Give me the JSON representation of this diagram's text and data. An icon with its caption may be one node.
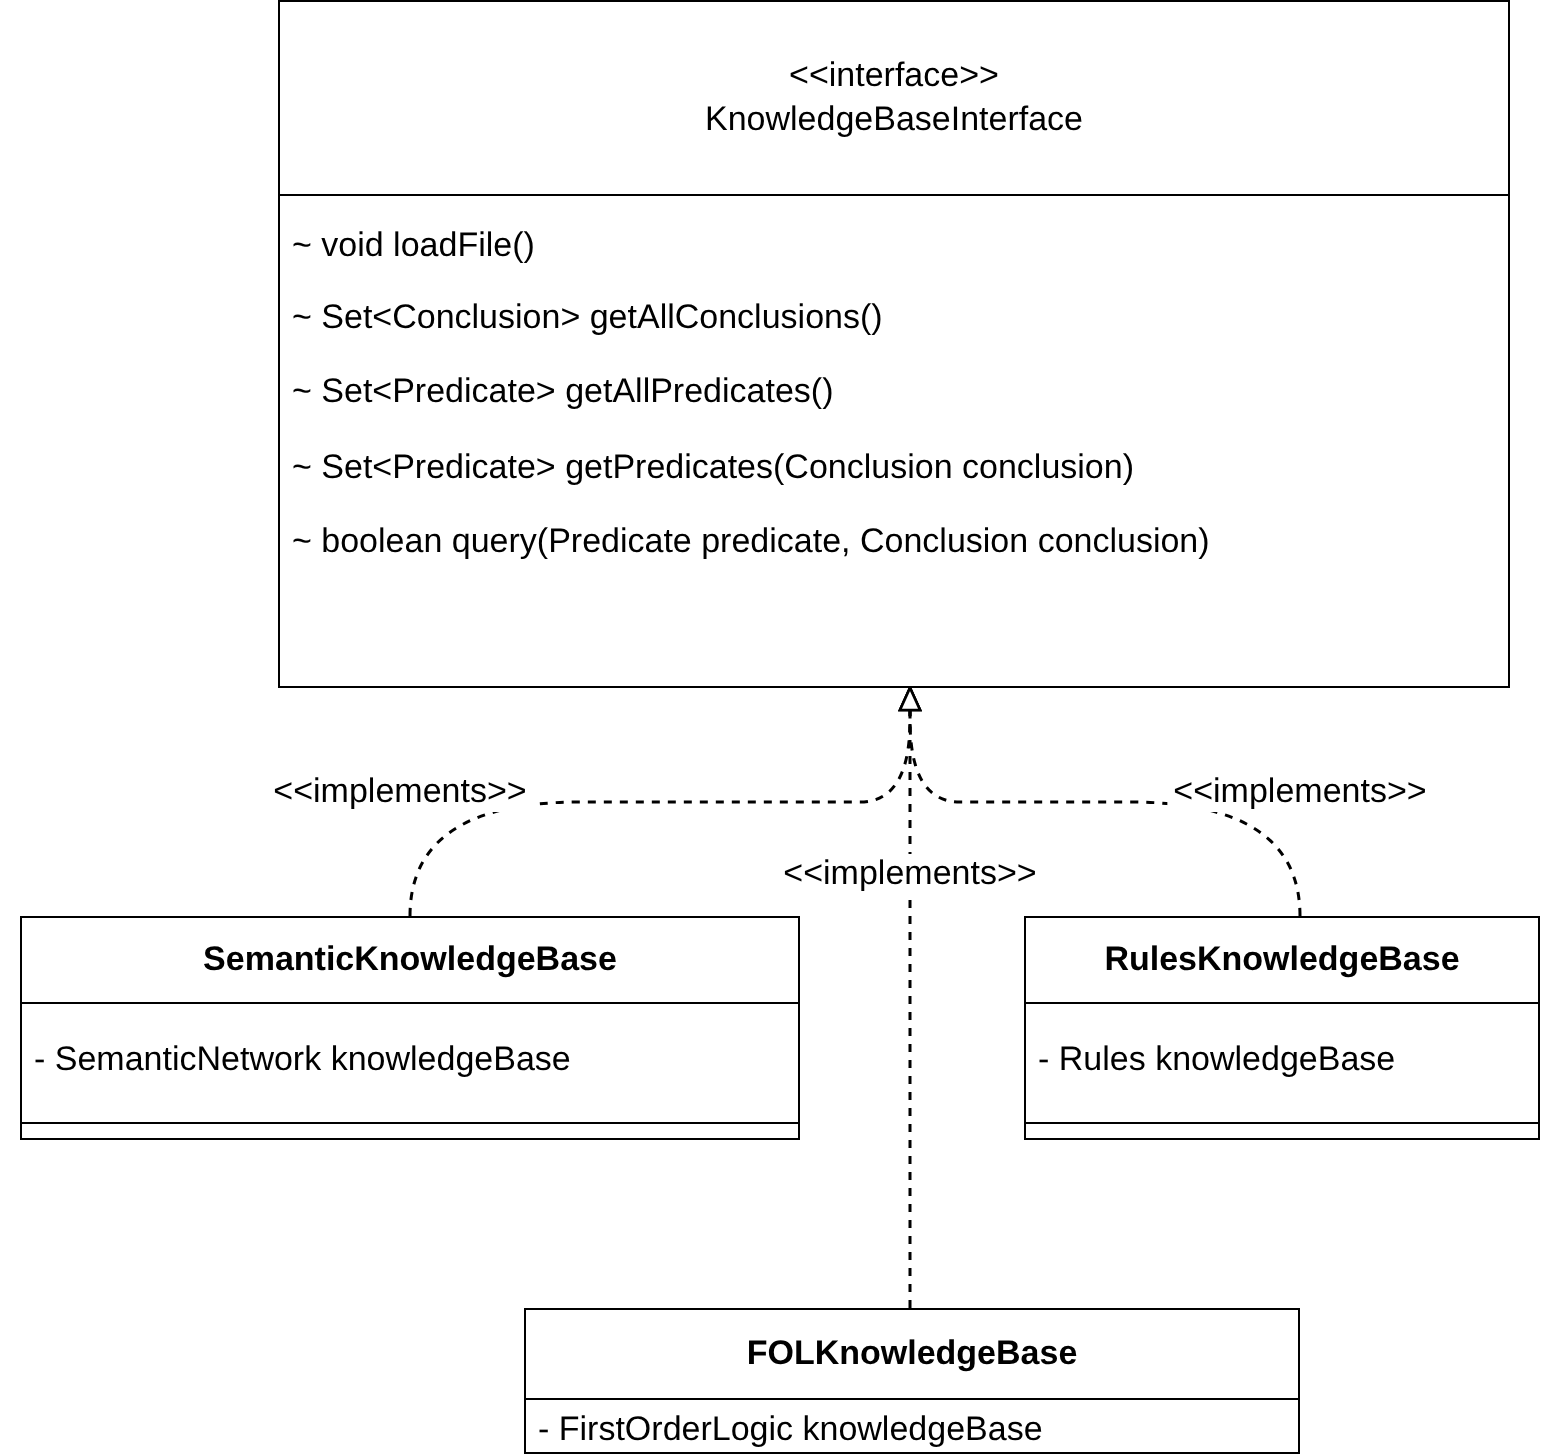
{
  "diagram": {
    "nodes": [
      {
        "text": [
          "<<interface>>",
          "KnowledgeBaseInterface",
          "~ void loadFile()",
          "~ Set<Conclusion> getAllConclusions()",
          "~ Set<Predicate> getAllPredicates()",
          "~ Set<Predicate> getPredicates(Conclusion conclusion)",
          "~ boolean query(Predicate predicate, Conclusion conclusion)"
        ]
      },
      {
        "text": [
          "SemanticKnowledgeBase",
          "- SemanticNetwork knowledgeBase"
        ]
      },
      {
        "text": [
          "RulesKnowledgeBase",
          "- Rules knowledgeBase"
        ]
      },
      {
        "text": [
          "FOLKnowledgeBase",
          "- FirstOrderLogic knowledgeBase"
        ]
      }
    ],
    "edges": [
      {
        "from": 1,
        "to": 0,
        "arrow": "to",
        "label": "<<implements>>",
        "style": "dashed"
      },
      {
        "from": 3,
        "to": 0,
        "arrow": "to",
        "label": "<<implements>>",
        "style": "dashed"
      },
      {
        "from": 2,
        "to": 0,
        "arrow": "to",
        "label": "<<implements>>",
        "style": "dashed"
      }
    ]
  }
}
